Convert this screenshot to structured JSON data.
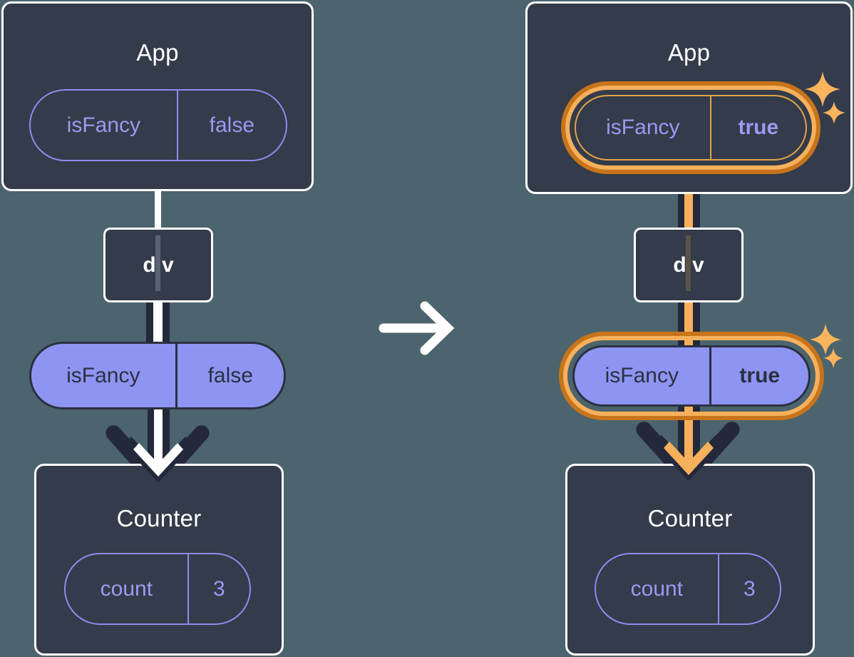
{
  "diagram": {
    "title": "react-state-prop-flow",
    "type": "state-propagation",
    "transition_icon": "arrow-right-icon",
    "colors": {
      "background": "#4c646d",
      "card": "#343b4a",
      "card_border": "#ffffff",
      "pill_fill": "#8e94f2",
      "pill_outline": "#8c8cf0",
      "highlight_outer": "#c8741a",
      "highlight_inner": "#f7b05b",
      "wire_dark": "#23283a",
      "text_light": "#ffffff",
      "text_dark": "#2b3040"
    }
  },
  "panels": [
    {
      "id": "before",
      "app": {
        "title": "App",
        "state_pill": {
          "key": "isFancy",
          "value": "false",
          "highlighted": false,
          "bold_value": false
        }
      },
      "dom_node": {
        "label": "div"
      },
      "prop_pill": {
        "key": "isFancy",
        "value": "false",
        "highlighted": false,
        "bold_value": false
      },
      "counter": {
        "title": "Counter",
        "state_pill": {
          "key": "count",
          "value": "3",
          "highlighted": false
        }
      },
      "sparkles": false
    },
    {
      "id": "after",
      "app": {
        "title": "App",
        "state_pill": {
          "key": "isFancy",
          "value": "true",
          "highlighted": true,
          "bold_value": true
        }
      },
      "dom_node": {
        "label": "div"
      },
      "prop_pill": {
        "key": "isFancy",
        "value": "true",
        "highlighted": true,
        "bold_value": true
      },
      "counter": {
        "title": "Counter",
        "state_pill": {
          "key": "count",
          "value": "3",
          "highlighted": false
        }
      },
      "sparkles": true,
      "sparkle_icons": [
        "sparkle-large-icon",
        "sparkle-small-icon"
      ]
    }
  ]
}
